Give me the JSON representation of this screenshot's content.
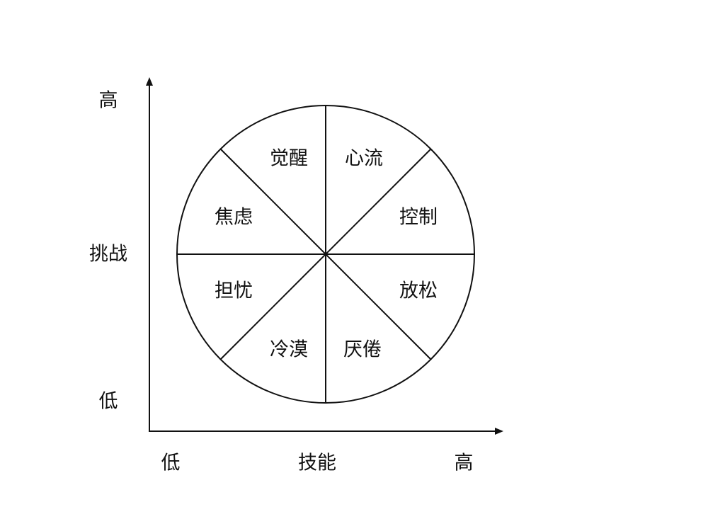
{
  "y_axis": {
    "high": "高",
    "title": "挑战",
    "low": "低"
  },
  "x_axis": {
    "low": "低",
    "title": "技能",
    "high": "高"
  },
  "segments": [
    {
      "id": "awakening",
      "label": "觉醒"
    },
    {
      "id": "flow",
      "label": "心流"
    },
    {
      "id": "control",
      "label": "控制"
    },
    {
      "id": "relaxation",
      "label": "放松"
    },
    {
      "id": "boredom",
      "label": "厌倦"
    },
    {
      "id": "apathy",
      "label": "冷漠"
    },
    {
      "id": "worry",
      "label": "担忧"
    },
    {
      "id": "anxiety",
      "label": "焦虑"
    }
  ]
}
